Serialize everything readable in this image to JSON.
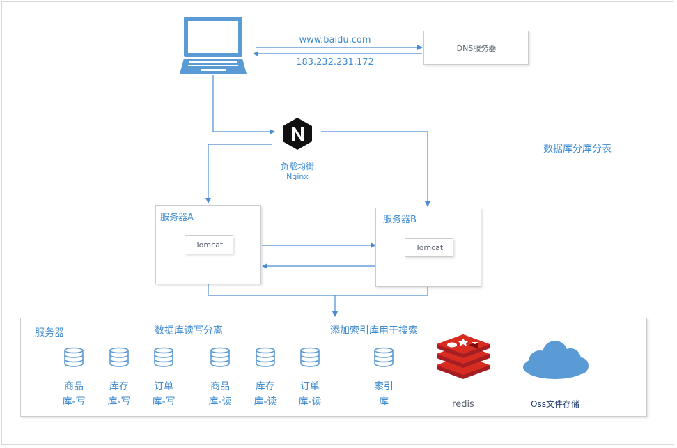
{
  "colors": {
    "accent": "#3f8bd0",
    "line": "#4a8cd4",
    "border": "#c9cdd2",
    "redis": "#c8312e",
    "cloud": "#5b9bd5",
    "nginx": "#111111"
  },
  "client": {
    "icon": "laptop-icon"
  },
  "dns": {
    "label": "DNS服务器",
    "request": "www.baidu.com",
    "response": "183.232.231.172"
  },
  "nginx": {
    "icon": "nginx-icon",
    "label": "负载均衡",
    "name": "Nginx"
  },
  "title": "数据库分库分表",
  "server_a": {
    "label": "服务器A",
    "app": "Tomcat"
  },
  "server_b": {
    "label": "服务器B",
    "app": "Tomcat"
  },
  "bottom": {
    "label": "服务器",
    "rw_title": "数据库读写分离",
    "search_title": "添加索引库用于搜索",
    "databases": [
      {
        "line1": "商品",
        "line2": "库-写"
      },
      {
        "line1": "库存",
        "line2": "库-写"
      },
      {
        "line1": "订单",
        "line2": "库-写"
      },
      {
        "line1": "商品",
        "line2": "库-读"
      },
      {
        "line1": "库存",
        "line2": "库-读"
      },
      {
        "line1": "订单",
        "line2": "库-读"
      },
      {
        "line1": "索引",
        "line2": "库"
      }
    ],
    "redis": {
      "label": "redis",
      "icon": "redis-icon"
    },
    "oss": {
      "label": "Oss文件存储",
      "icon": "cloud-icon"
    }
  }
}
